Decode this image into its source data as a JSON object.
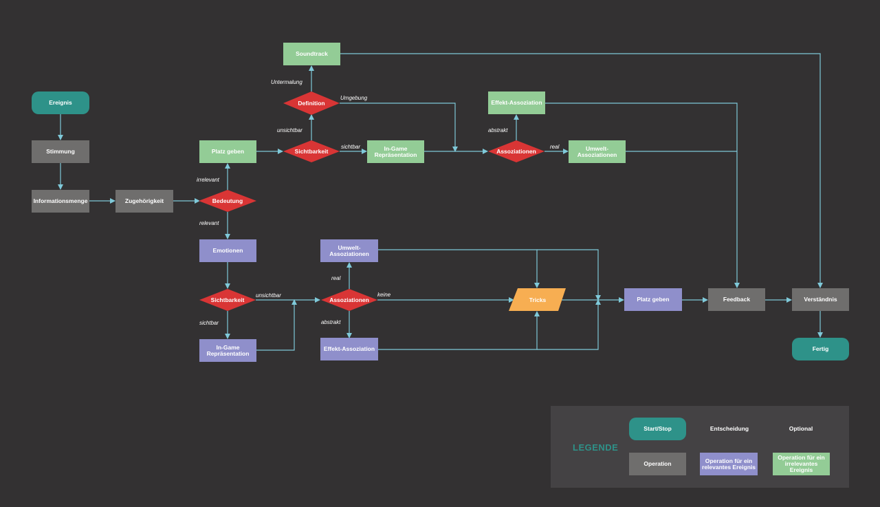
{
  "nodes": {
    "ereignis": "Ereignis",
    "stimmung": "Stimmung",
    "informationsmenge": "Informationsmenge",
    "zugehoerigkeit": "Zugehörigkeit",
    "bedeutung": "Bedeutung",
    "platz_geben_top": "Platz geben",
    "sichtbarkeit_top": "Sichtbarkeit",
    "definition": "Definition",
    "soundtrack": "Soundtrack",
    "ingame_top": "In-Game Repräsentation",
    "assoziationen_top": "Assoziationen",
    "effekt_top": "Effekt-Assoziation",
    "umwelt_top": "Umwelt-Assoziationen",
    "emotionen": "Emotionen",
    "sichtbarkeit_bottom": "Sichtbarkeit",
    "ingame_bottom": "In-Game Repräsentation",
    "assoziationen_bottom": "Assoziationen",
    "umwelt_bottom": "Umwelt-Assoziationen",
    "effekt_bottom": "Effekt-Assoziation",
    "tricks": "Tricks",
    "platz_geben_bottom": "Platz geben",
    "feedback": "Feedback",
    "verstaendnis": "Verständnis",
    "fertig": "Fertig"
  },
  "edge_labels": {
    "untermalung": "Untermalung",
    "umgebung": "Umgebung",
    "unsichtbar_top": "unsichtbar",
    "sichtbar_top": "sichtbar",
    "abstrakt_top": "abstrakt",
    "real_top": "real",
    "irrelevant": "irrelevant",
    "relevant": "relevant",
    "unsichtbar_bottom": "unsichtbar",
    "sichtbar_bottom": "sichtbar",
    "real_bottom": "real",
    "abstrakt_bottom": "abstrakt",
    "keine": "keine"
  },
  "legend": {
    "title": "LEGENDE",
    "start_stop": "Start/Stop",
    "entscheidung": "Entscheidung",
    "optional": "Optional",
    "operation": "Operation",
    "relevant": "Operation für ein relevantes Ereignis",
    "irrelevant": "Operation für ein irrelevantes Ereignis"
  },
  "colors": {
    "background": "#333132",
    "start_stop": "#2e9289",
    "decision": "#d93535",
    "optional": "#f7ae52",
    "operation": "#6f6e6d",
    "relevant": "#8f8fcb",
    "irrelevant": "#93cc96",
    "connector": "#7fc9d9"
  }
}
